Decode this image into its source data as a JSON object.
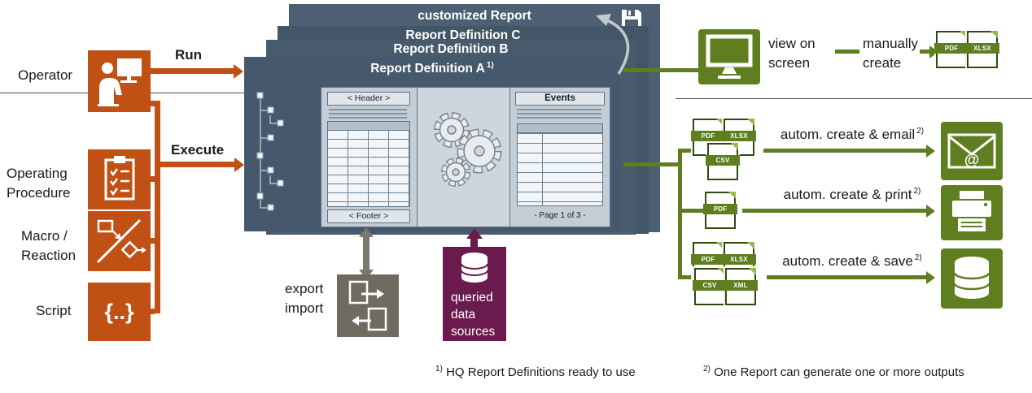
{
  "colors": {
    "orange": "#C05014",
    "green": "#5F7E20",
    "slate_card": "#46596C",
    "purple": "#6A1A4C",
    "gray_box": "#6F6B61"
  },
  "left_panel": {
    "operator": "Operator",
    "operating_procedure": [
      "Operating",
      "Procedure"
    ],
    "macro_reaction": [
      "Macro /",
      "Reaction"
    ],
    "script": "Script",
    "script_glyph": "{..}",
    "run": "Run",
    "execute": "Execute"
  },
  "stack": {
    "customized_title": "customized Report",
    "card_c_title": "Report Definition C",
    "card_b_title": "Report Definition B",
    "front_title": "Report Definition A",
    "front_sup": "1)",
    "header_box": "< Header >",
    "footer_box": "< Footer >",
    "events_box": "Events",
    "page_indicator": "- Page 1 of 3 -"
  },
  "below": {
    "export_line1": "export",
    "export_line2": "import",
    "queried_line1": "queried",
    "queried_line2": "data",
    "queried_line3": "sources"
  },
  "right_panel": {
    "view_line1": "view on",
    "view_line2": "screen",
    "manual_line1": "manually",
    "manual_line2": "create",
    "rows": [
      {
        "label": "autom. create & email",
        "sup": "2)"
      },
      {
        "label": "autom. create & print",
        "sup": "2)"
      },
      {
        "label": "autom. create & save",
        "sup": "2)"
      }
    ]
  },
  "file_labels": {
    "pdf": "PDF",
    "xlsx": "XLSX",
    "csv": "CSV",
    "xml": "XML"
  },
  "icons": {
    "at_sign": "@"
  },
  "footnotes": {
    "f1_sup": "1)",
    "f1_text": "HQ Report Definitions ready to use",
    "f2_sup": "2)",
    "f2_text": "One Report can generate one or more outputs"
  }
}
